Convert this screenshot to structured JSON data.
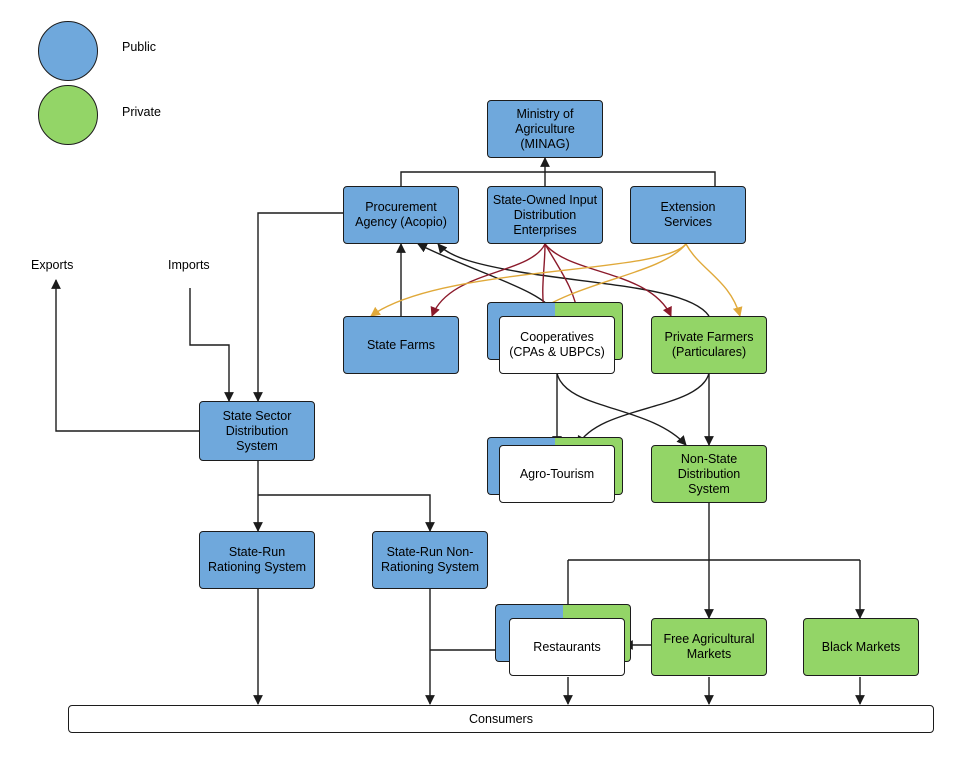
{
  "colors": {
    "public": "#6fa8dc",
    "private": "#93d567",
    "edge_dark": "#1c1c1c",
    "edge_red": "#8b1a2b",
    "edge_gold": "#e0a93a"
  },
  "legend": {
    "public_label": "Public",
    "private_label": "Private"
  },
  "labels": {
    "exports": "Exports",
    "imports": "Imports"
  },
  "nodes": {
    "minag": {
      "label": "Ministry of Agriculture (MINAG)",
      "sector": "public"
    },
    "procurement": {
      "label": "Procurement Agency (Acopio)",
      "sector": "public"
    },
    "input_enterprises": {
      "label": "State-Owned Input Distribution Enterprises",
      "sector": "public"
    },
    "extension": {
      "label": "Extension Services",
      "sector": "public"
    },
    "state_farms": {
      "label": "State Farms",
      "sector": "public"
    },
    "cooperatives": {
      "label": "Cooperatives (CPAs & UBPCs)",
      "sector": "mixed"
    },
    "private_farmers": {
      "label": "Private Farmers (Particulares)",
      "sector": "private"
    },
    "state_distribution": {
      "label": "State Sector Distribution System",
      "sector": "public"
    },
    "agro_tourism": {
      "label": "Agro-Tourism",
      "sector": "mixed"
    },
    "non_state_distribution": {
      "label": "Non-State Distribution System",
      "sector": "private"
    },
    "rationing": {
      "label": "State-Run Rationing System",
      "sector": "public"
    },
    "non_rationing": {
      "label": "State-Run Non-Rationing System",
      "sector": "public"
    },
    "restaurants": {
      "label": "Restaurants",
      "sector": "mixed"
    },
    "free_markets": {
      "label": "Free Agricultural Markets",
      "sector": "private"
    },
    "black_markets": {
      "label": "Black Markets",
      "sector": "private"
    },
    "consumers": {
      "label": "Consumers",
      "sector": "neutral"
    }
  }
}
